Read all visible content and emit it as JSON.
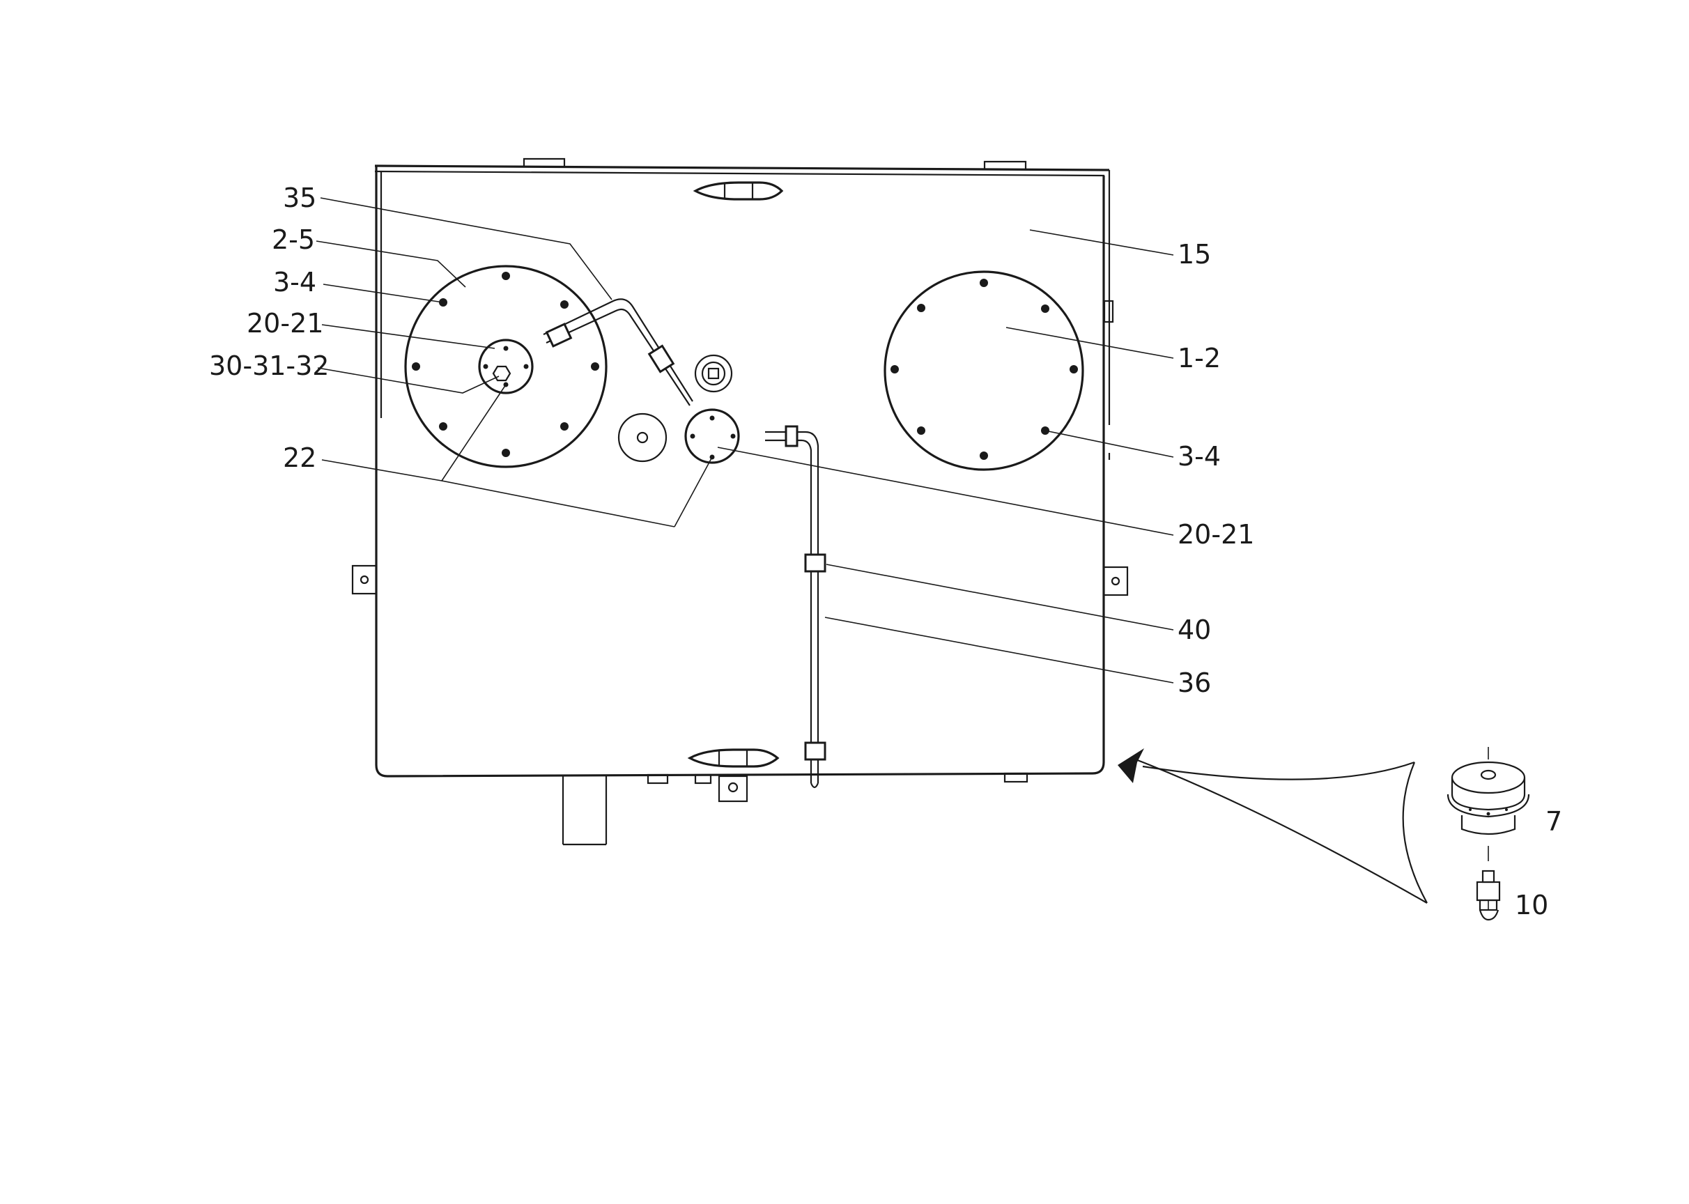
{
  "labels": {
    "l35": "35",
    "l2_5": "2-5",
    "l3_4_left": "3-4",
    "l20_21_left": "20-21",
    "l30_31_32": "30-31-32",
    "l22": "22",
    "l15": "15",
    "l1_2": "1-2",
    "l3_4_right": "3-4",
    "l20_21_right": "20-21",
    "l40": "40",
    "l36": "36",
    "l7": "7",
    "l10": "10"
  }
}
